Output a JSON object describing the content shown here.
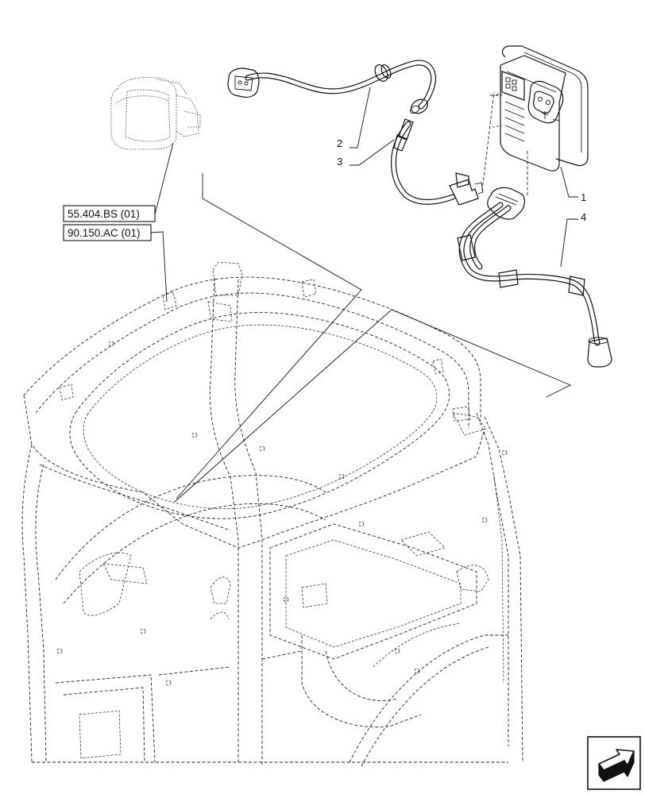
{
  "callouts": [
    "1",
    "2",
    "3",
    "4"
  ],
  "references": {
    "ref1": "55.404.BS (01)",
    "ref2": "90.150.AC (01)"
  },
  "nav": {
    "icon": "next-page-arrow-icon"
  }
}
